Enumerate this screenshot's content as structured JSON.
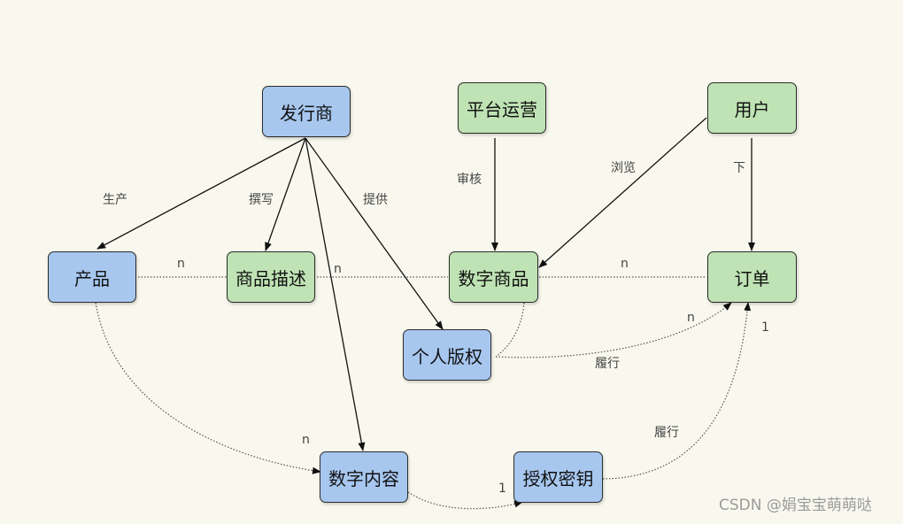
{
  "nodes": {
    "publisher": "发行商",
    "platform": "平台运营",
    "user": "用户",
    "product": "产品",
    "description": "商品描述",
    "digital_goods": "数字商品",
    "order": "订单",
    "copyright": "个人版权",
    "digital_content": "数字内容",
    "license_key": "授权密钥"
  },
  "edge_labels": {
    "produce": "生产",
    "write": "撰写",
    "provide": "提供",
    "review": "审核",
    "browse": "浏览",
    "place": "下",
    "product_desc_n": "n",
    "desc_goods_n": "n",
    "goods_order_n": "n",
    "copyright_order_n": "n",
    "copyright_order_fulfill": "履行",
    "order_1": "1",
    "product_content_n": "n",
    "content_key_1": "1",
    "key_order_fulfill": "履行"
  },
  "colors": {
    "publisher_nodes": "#a7c7ef",
    "platform_nodes": "#bfe3b4"
  },
  "watermark": "CSDN @娟宝宝萌萌哒"
}
